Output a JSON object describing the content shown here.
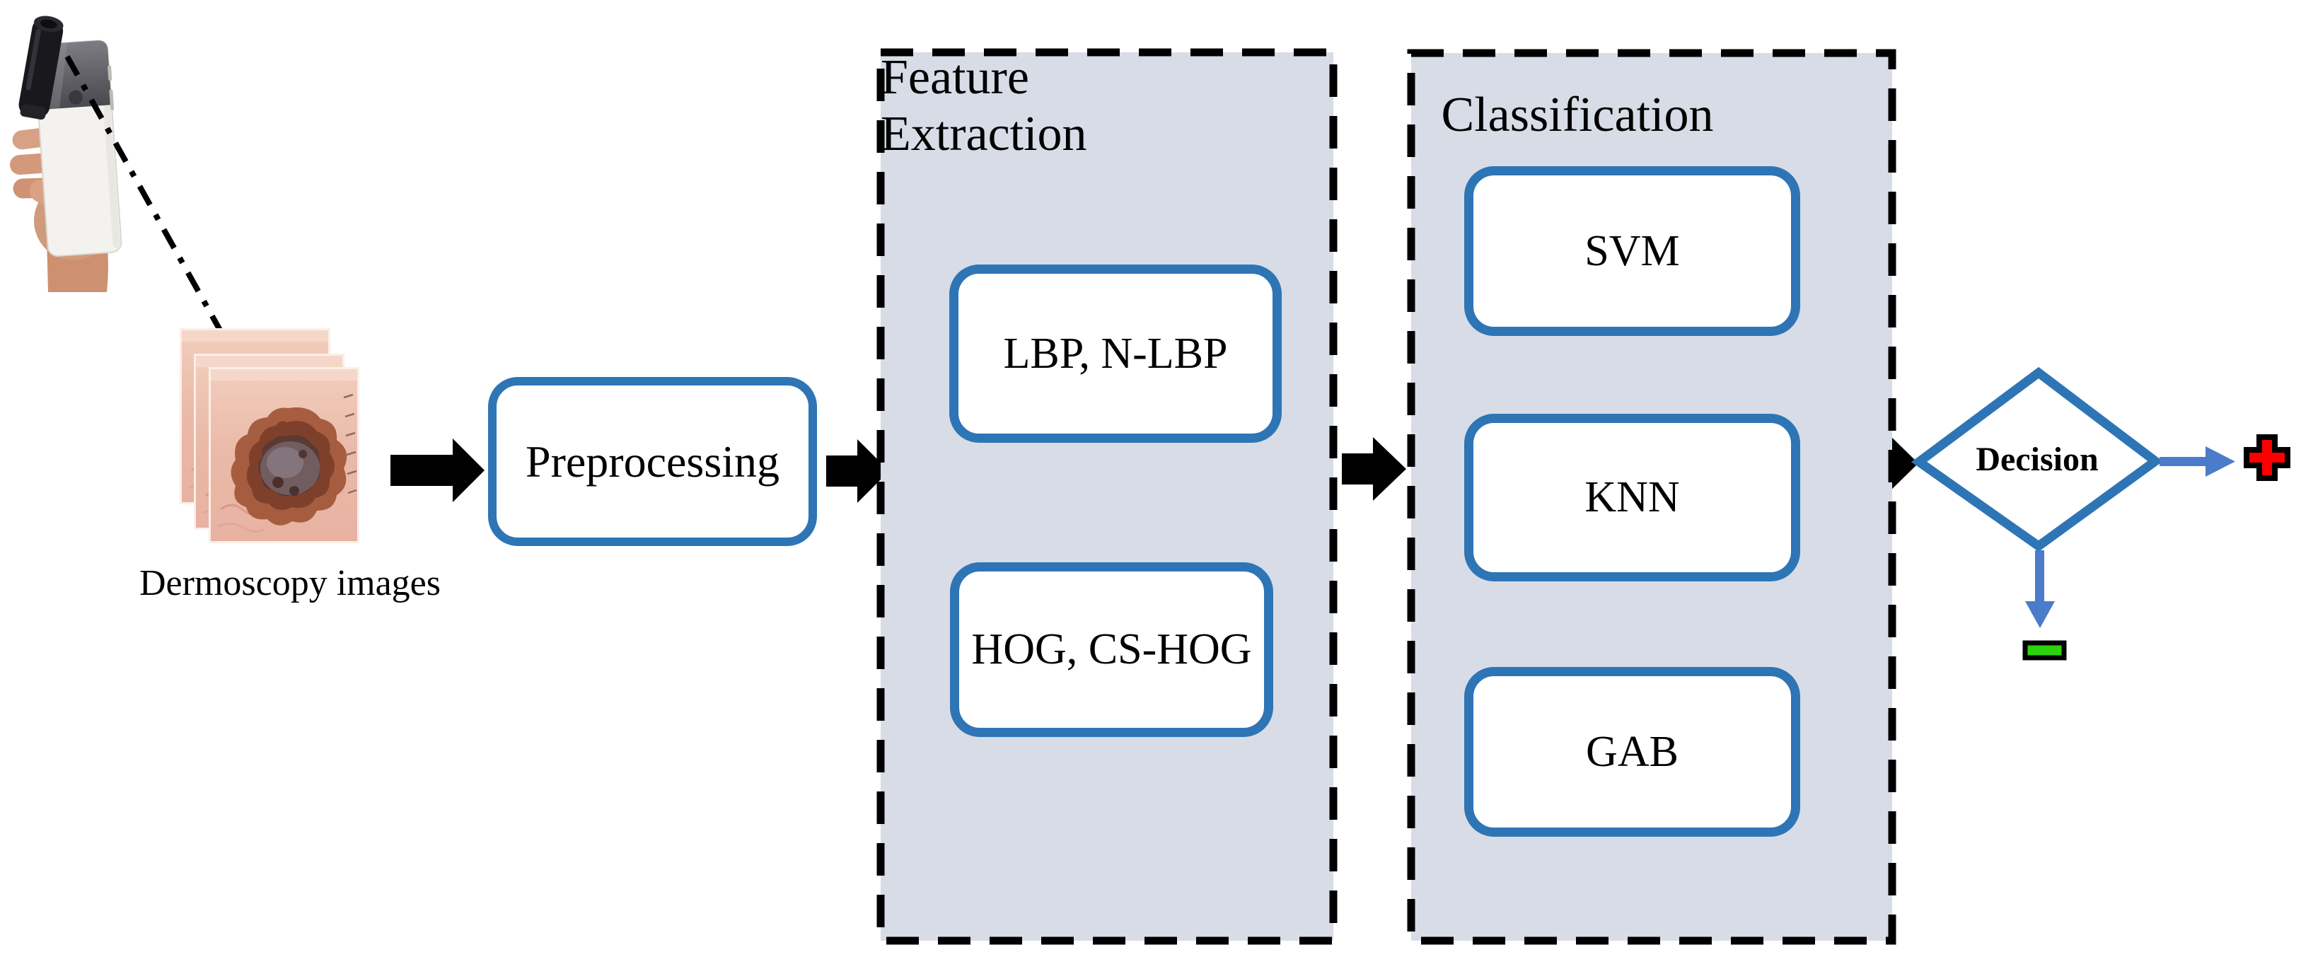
{
  "source": {
    "images_label": "Dermoscopy images"
  },
  "nodes": {
    "preprocessing": "Preprocessing",
    "decision": "Decision"
  },
  "containers": {
    "feature_extraction": {
      "title": "Feature Extraction",
      "items": [
        "LBP, N-LBP",
        "HOG, CS-HOG"
      ]
    },
    "classification": {
      "title": "Classification",
      "items": [
        "SVM",
        "KNN",
        "GAB"
      ]
    }
  },
  "outcomes": {
    "positive": {
      "icon": "red-plus-icon",
      "symbol": "+",
      "color": "#fe0000"
    },
    "negative": {
      "icon": "green-minus-icon",
      "symbol": "−",
      "color": "#2bd30c"
    }
  },
  "colors": {
    "background": "#ffffff",
    "node_border": "#2e75b6",
    "container_fill": "#d8dce7",
    "container_border": "#000000",
    "black_arrow": "#000000",
    "blue_arrow": "#4a7cc9",
    "text": "#000000"
  }
}
